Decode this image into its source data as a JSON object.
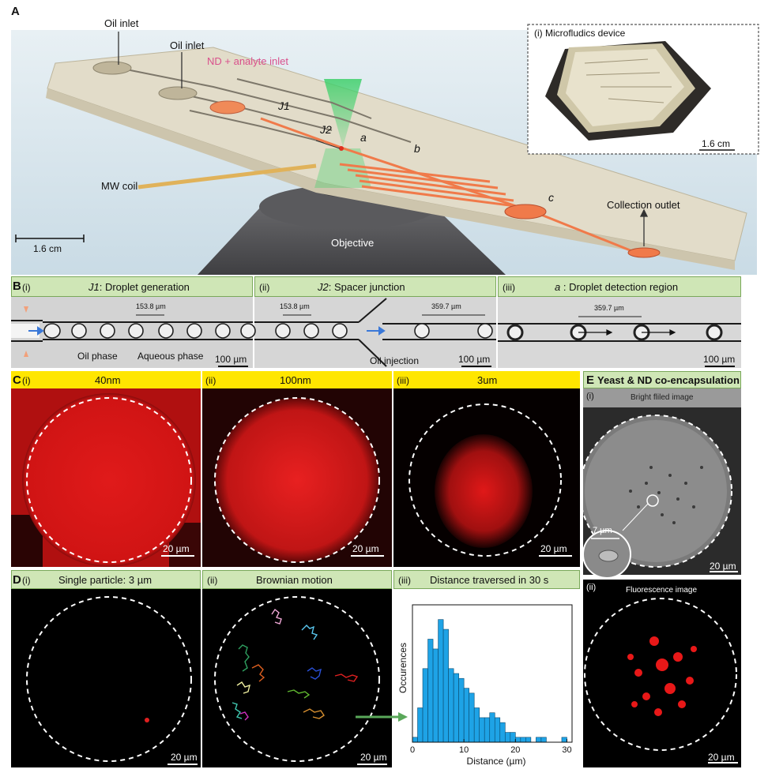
{
  "panelA": {
    "letter": "A",
    "oil_inlet_1": "Oil inlet",
    "oil_inlet_2": "Oil inlet",
    "nd_inlet": "ND + analyte inlet",
    "j1": "J1",
    "j2": "J2",
    "region_a": "a",
    "region_b": "b",
    "region_c": "c",
    "mw_coil": "MW coil",
    "objective": "Objective",
    "collection_outlet": "Collection outlet",
    "scale": "1.6 cm",
    "inset_title": "(i) Microfludics device",
    "inset_scale": "1.6 cm"
  },
  "panelB": {
    "letter": "B",
    "sub_i": "(i)",
    "title_i_italic": "J1",
    "title_i_rest": ": Droplet generation",
    "sub_ii": "(ii)",
    "title_ii_italic": "J2",
    "title_ii_rest": ": Spacer junction",
    "sub_iii": "(iii)",
    "title_iii_italic": "a",
    "title_iii_rest": " : Droplet detection region",
    "meas_i": "153.8 µm",
    "oil_phase": "Oil phase",
    "aqueous_phase": "Aqueous phase",
    "scale_i": "100 µm",
    "meas_ii_a": "153.8 µm",
    "meas_ii_b": "359.7 µm",
    "oil_injection": "Oil injection",
    "scale_ii": "100 µm",
    "meas_iii": "359.7 µm",
    "scale_iii": "100 µm"
  },
  "panelC": {
    "letter": "C",
    "sub_i": "(i)",
    "title_i": "40nm",
    "sub_ii": "(ii)",
    "title_ii": "100nm",
    "sub_iii": "(iii)",
    "title_iii": "3um",
    "scale": "20 µm"
  },
  "panelD": {
    "letter": "D",
    "sub_i": "(i)",
    "title_i": "Single particle: 3 µm",
    "sub_ii": "(ii)",
    "title_ii": "Brownian motion",
    "sub_iii": "(iii)",
    "title_iii": "Distance traversed in 30 s",
    "scale": "20 µm"
  },
  "panelE": {
    "letter": "E",
    "title": "Yeast & ND co-encapsulation",
    "sub_i": "(i)",
    "bright_field": "Bright fliled image",
    "inset_scale": "7 µm",
    "scale_i": "20 µm",
    "sub_ii": "(ii)",
    "fluorescence": "Fluorescence image",
    "scale_ii": "20 µm"
  },
  "colors": {
    "green_header": "#cfe6b6",
    "yellow_header": "#ffe600",
    "fluor_red": "#e0141e",
    "bar_blue": "#1ea3e6",
    "droplet_orange": "#f07a4a"
  },
  "chart_data": {
    "type": "bar",
    "title": "Distance traversed in 30 s",
    "xlabel": "Distance (µm)",
    "ylabel": "Occurences",
    "xlim": [
      0,
      31
    ],
    "xticks": [
      0,
      10,
      20,
      30
    ],
    "bin_width": 1,
    "x": [
      0.5,
      1.5,
      2.5,
      3.5,
      4.5,
      5.5,
      6.5,
      7.5,
      8.5,
      9.5,
      10.5,
      11.5,
      12.5,
      13.5,
      14.5,
      15.5,
      16.5,
      17.5,
      18.5,
      19.5,
      20.5,
      21.5,
      22.5,
      23.5,
      24.5,
      25.5,
      26.5,
      27.5,
      28.5,
      29.5
    ],
    "values": [
      1,
      7,
      15,
      21,
      19,
      25,
      23,
      15,
      14,
      13,
      11,
      10,
      7,
      5,
      5,
      6,
      5,
      4,
      2,
      2,
      1,
      1,
      1,
      0,
      1,
      1,
      0,
      0,
      0,
      1
    ],
    "ylim": [
      0,
      28
    ]
  }
}
